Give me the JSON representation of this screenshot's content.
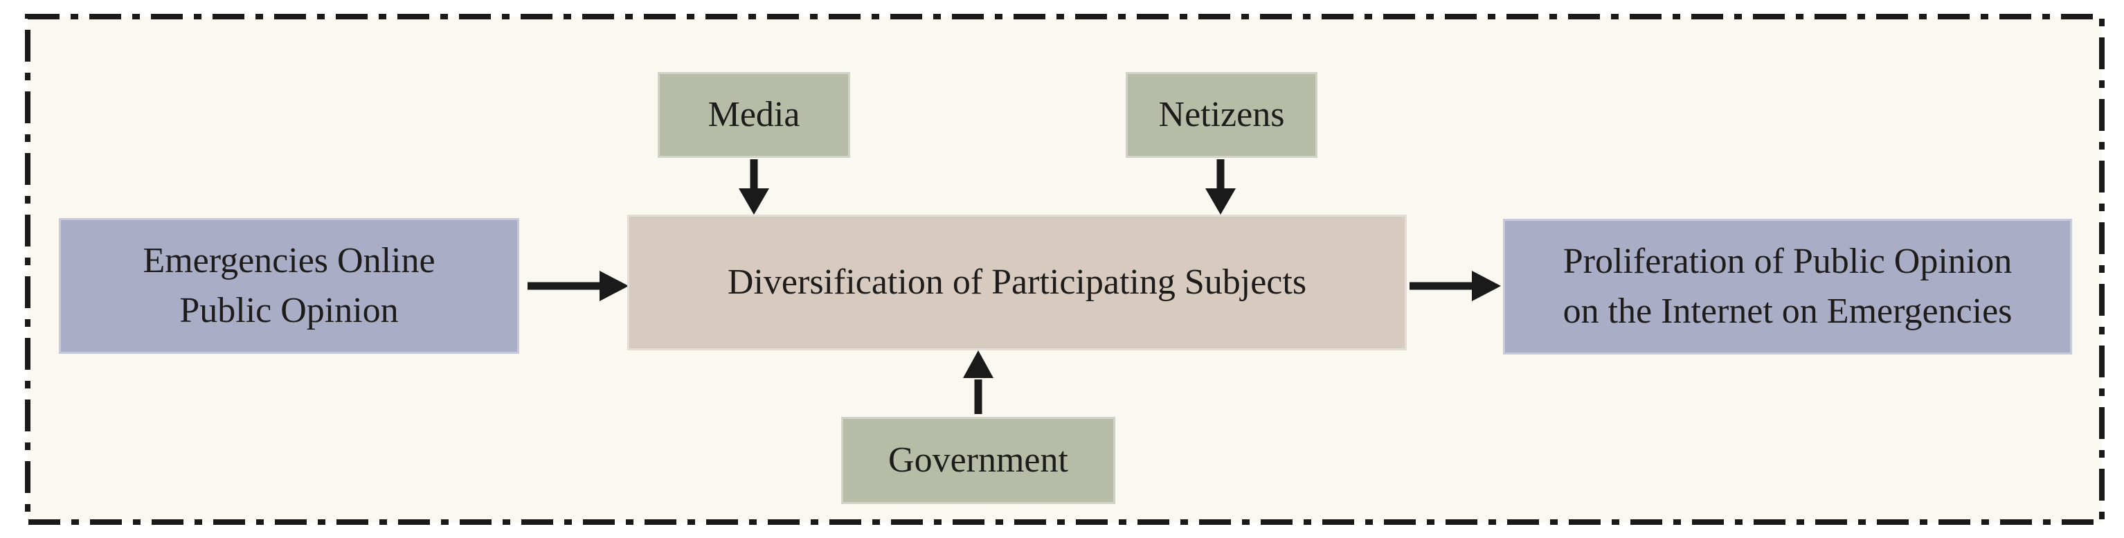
{
  "diagram": {
    "boxes": {
      "emergencies": {
        "role": "input",
        "lines": [
          "Emergencies Online",
          "Public Opinion"
        ]
      },
      "diversification": {
        "role": "process",
        "lines": [
          "Diversification of Participating Subjects"
        ]
      },
      "proliferation": {
        "role": "output",
        "lines": [
          "Proliferation of Public Opinion",
          "on the Internet on Emergencies"
        ]
      },
      "media": {
        "role": "actor",
        "lines": [
          "Media"
        ]
      },
      "netizens": {
        "role": "actor",
        "lines": [
          "Netizens"
        ]
      },
      "government": {
        "role": "actor",
        "lines": [
          "Government"
        ]
      }
    },
    "arrows": [
      {
        "from": "emergencies",
        "to": "diversification",
        "direction": "right"
      },
      {
        "from": "media",
        "to": "diversification",
        "direction": "down"
      },
      {
        "from": "netizens",
        "to": "diversification",
        "direction": "down"
      },
      {
        "from": "government",
        "to": "diversification",
        "direction": "up"
      },
      {
        "from": "diversification",
        "to": "proliferation",
        "direction": "right"
      }
    ],
    "colors": {
      "input_output_box": "#aaadc6",
      "actor_box": "#b7bca6",
      "process_box": "#d7cabf",
      "canvas_background": "#faf8f1",
      "page_background": "#ffffff",
      "line": "#1a1a1a",
      "text": "#1d1c1a"
    }
  }
}
